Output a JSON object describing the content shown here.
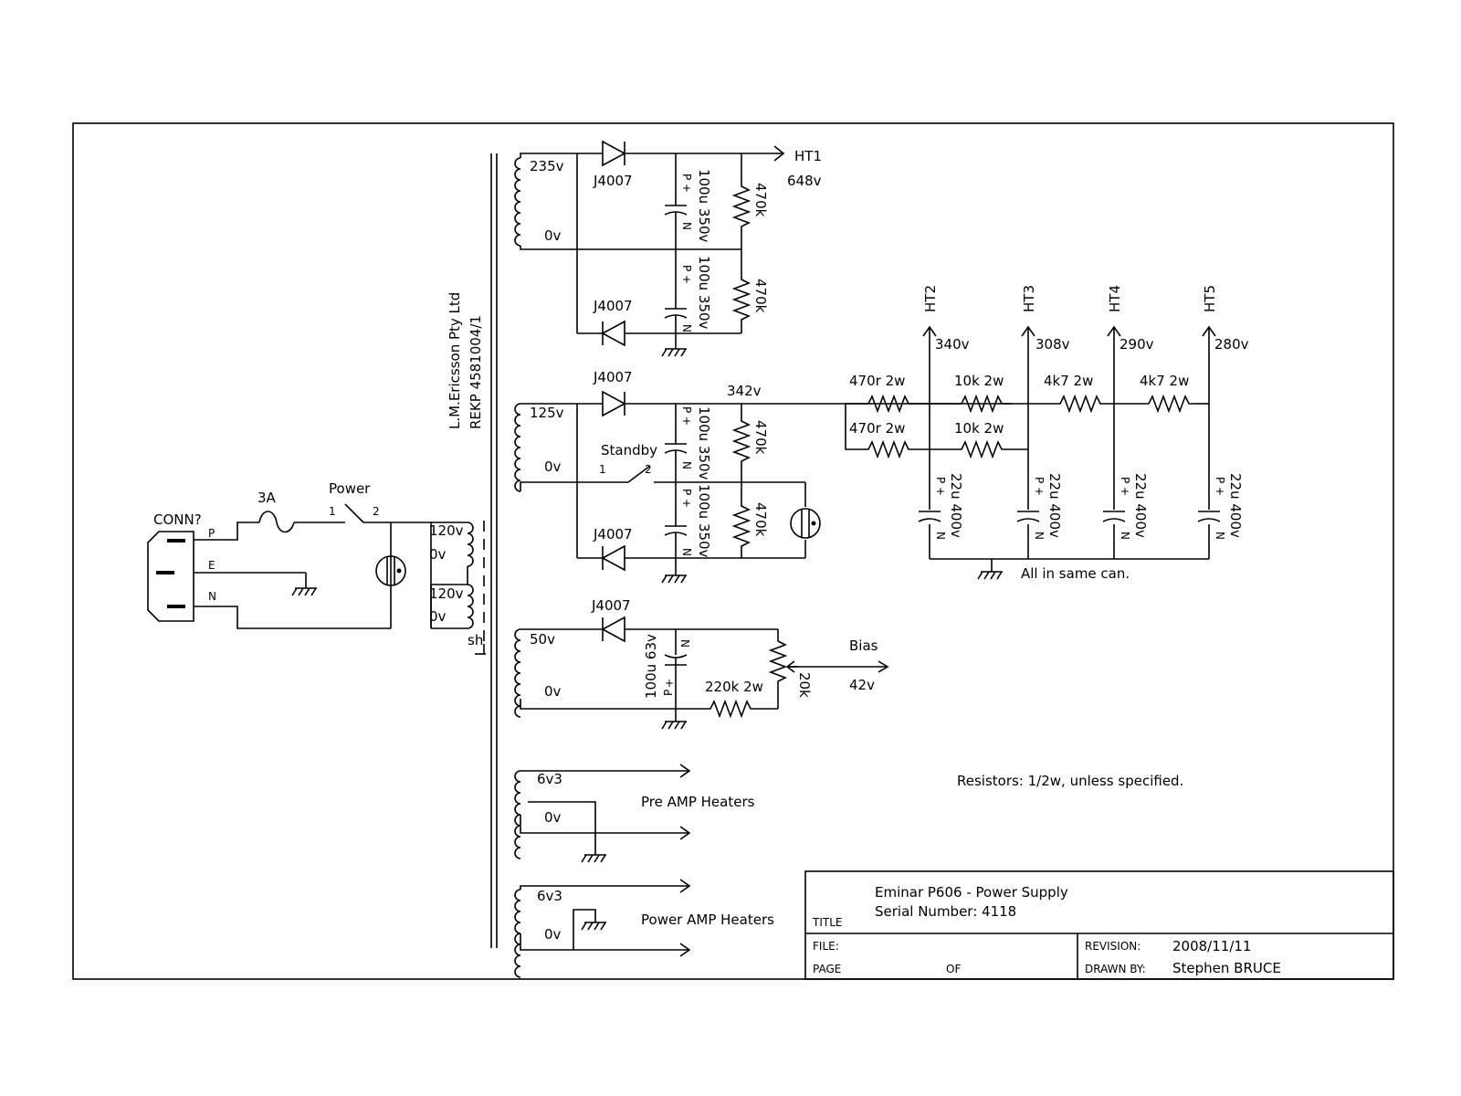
{
  "title_block": {
    "title_label": "TITLE",
    "title_line1": "Eminar P606 - Power Supply",
    "title_line2": "Serial Number: 4118",
    "file_label": "FILE:",
    "page_label": "PAGE",
    "of_label": "OF",
    "revision_label": "REVISION:",
    "revision_value": "2008/11/11",
    "drawn_by_label": "DRAWN BY:",
    "drawn_by_value": "Stephen BRUCE"
  },
  "transformer": {
    "maker": "L.M.Ericsson Pty Ltd",
    "part": "REKP 4581004/1",
    "primary_taps": [
      "120v",
      "0v",
      "120v",
      "0v"
    ],
    "shield": "sh",
    "secondaries": [
      {
        "top": "235v",
        "bottom": "0v"
      },
      {
        "top": "125v",
        "bottom": "0v"
      },
      {
        "top": "50v",
        "bottom": "0v"
      },
      {
        "top": "6v3",
        "bottom": "0v"
      },
      {
        "top": "6v3",
        "bottom": "0v"
      }
    ]
  },
  "mains": {
    "connector": "CONN?",
    "pins": [
      "P",
      "E",
      "N"
    ],
    "fuse": "3A",
    "switch": "Power",
    "switch_pins": [
      "1",
      "2"
    ]
  },
  "standby": {
    "label": "Standby",
    "pins": [
      "1",
      "2"
    ]
  },
  "diodes": [
    "J4007",
    "J4007",
    "J4007",
    "J4007",
    "J4007"
  ],
  "filter_caps": {
    "value": "100u 350v",
    "pos": "P +",
    "neg": "N"
  },
  "bleeder": "470k",
  "ht1": {
    "name": "HT1",
    "voltage": "648v"
  },
  "node_342": "342v",
  "rails": [
    {
      "name": "HT2",
      "voltage": "340v"
    },
    {
      "name": "HT3",
      "voltage": "308v"
    },
    {
      "name": "HT4",
      "voltage": "290v"
    },
    {
      "name": "HT5",
      "voltage": "280v"
    }
  ],
  "rail_resistors": [
    "470r 2w",
    "10k 2w",
    "4k7 2w",
    "4k7 2w",
    "470r 2w",
    "10k 2w"
  ],
  "can_caps": {
    "value": "22u 400v",
    "pos": "P +",
    "neg": "N",
    "note": "All in same can."
  },
  "bias": {
    "cap": "100u 63v",
    "cap_pos": "+",
    "cap_p": "P",
    "cap_n": "N",
    "resistor": "220k 2w",
    "pot": "20k",
    "label": "Bias",
    "voltage": "42v"
  },
  "heaters": {
    "pre": "Pre AMP Heaters",
    "power": "Power AMP Heaters"
  },
  "note": "Resistors: 1/2w, unless specified."
}
